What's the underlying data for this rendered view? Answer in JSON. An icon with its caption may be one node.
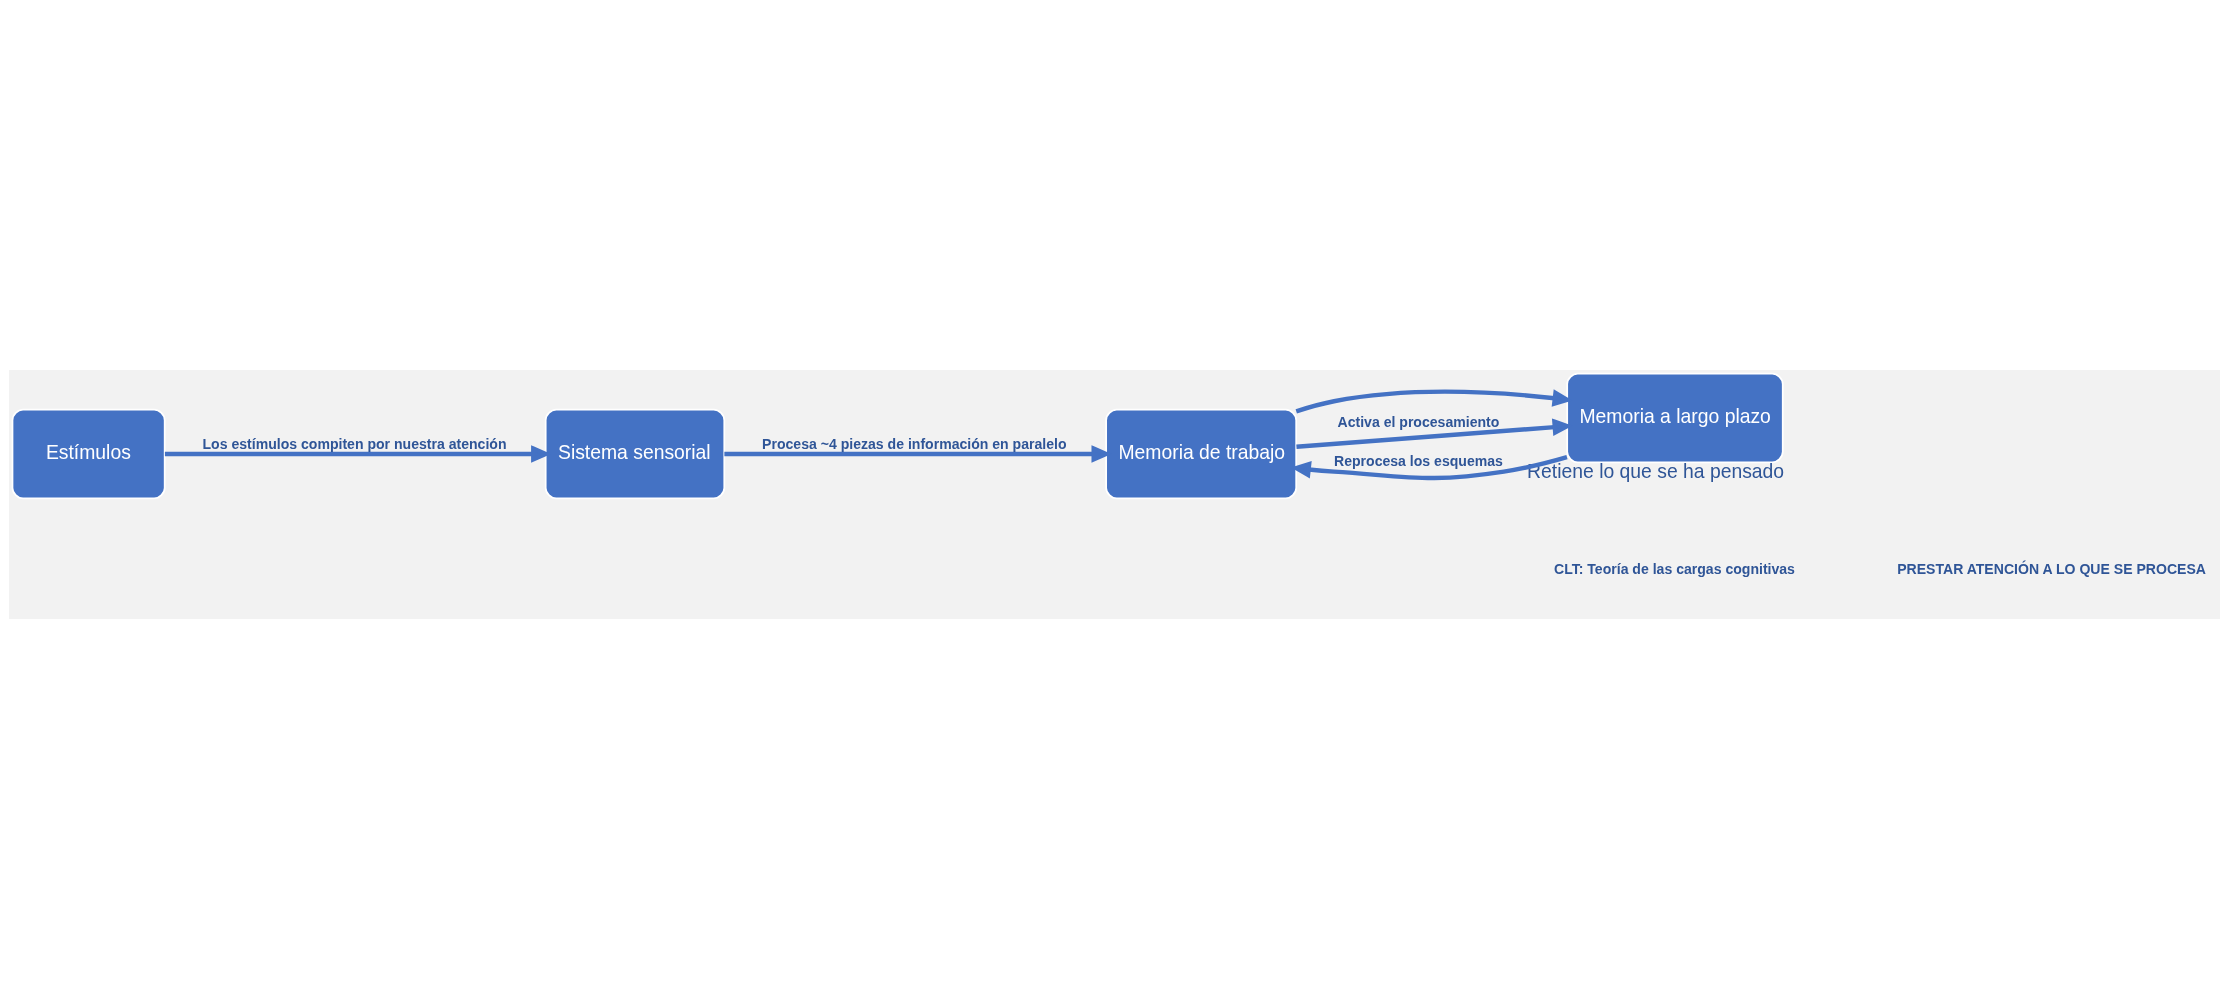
{
  "diagram": {
    "nodes": [
      {
        "text": [
          "Estímulos"
        ]
      },
      {
        "text": [
          "Sistema sensorial"
        ]
      },
      {
        "text": [
          "Memoria de trabajo"
        ]
      },
      {
        "text": [
          "Memoria a largo plazo"
        ],
        "beside": [
          "Retiene lo que se ha pensado"
        ]
      }
    ],
    "edges": [
      {
        "from": 0,
        "to": 1,
        "arrow": "to",
        "label": "Los estímulos compiten por nuestra atención"
      },
      {
        "from": 1,
        "to": 2,
        "arrow": "to",
        "label": "Procesa ~4 piezas de información en paralelo"
      },
      {
        "from": 2,
        "to": 3,
        "arrow": "to"
      },
      {
        "from": 2,
        "to": 3,
        "arrow": "to",
        "label": "Activa el procesamiento"
      },
      {
        "from": 3,
        "to": 2,
        "arrow": "to",
        "label": "Reprocesa los esquemas"
      }
    ],
    "labels": [
      "CLT: Teoría de las cargas cognitivas",
      "PRESTAR ATENCIÓN A LO QUE SE PROCESA"
    ]
  }
}
